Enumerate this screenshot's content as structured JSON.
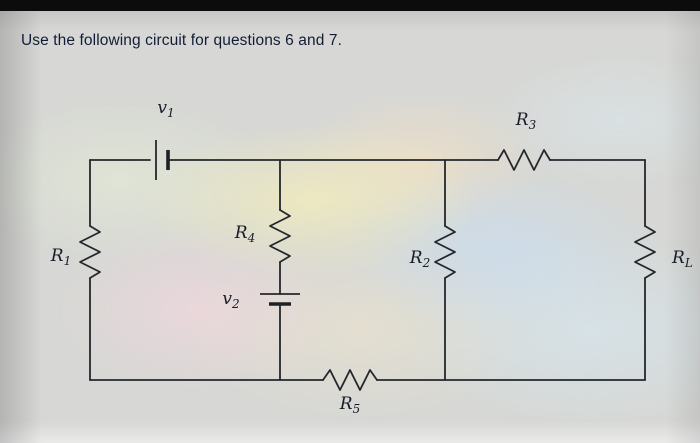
{
  "page": {
    "title": "Use the following circuit for questions 6 and 7."
  },
  "circuit": {
    "labels": {
      "v1": {
        "base": "v",
        "sub": "1"
      },
      "v2": {
        "base": "v",
        "sub": "2"
      },
      "r1": {
        "base": "R",
        "sub": "1"
      },
      "r2": {
        "base": "R",
        "sub": "2"
      },
      "r3": {
        "base": "R",
        "sub": "3"
      },
      "r4": {
        "base": "R",
        "sub": "4"
      },
      "r5": {
        "base": "R",
        "sub": "5"
      },
      "rl": {
        "base": "R",
        "sub": "L"
      }
    }
  },
  "colors": {
    "ink": "#24272c",
    "paper": "#d7d8d5",
    "top_bar": "#0c0c0d",
    "title_text": "#131c36"
  }
}
